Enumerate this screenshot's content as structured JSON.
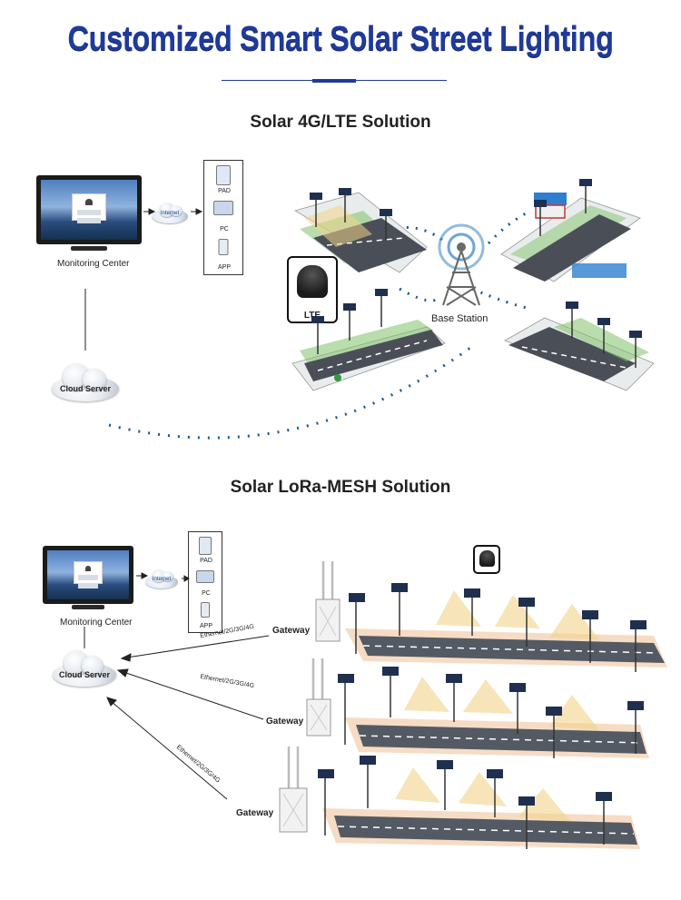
{
  "header": {
    "title": "Customized Smart Solar Street Lighting"
  },
  "section_lte": {
    "title": "Solar 4G/LTE Solution",
    "monitoring_center": "Monitoring Center",
    "internet": "Internet",
    "devices": [
      "PAD",
      "PC",
      "APP"
    ],
    "cloud_server": "Cloud Server",
    "lte_label": "LTE",
    "base_station": "Base Station"
  },
  "section_lora": {
    "title": "Solar LoRa-MESH Solution",
    "monitoring_center": "Monitoring Center",
    "internet": "Internet",
    "devices": [
      "PAD",
      "PC",
      "APP"
    ],
    "cloud_server": "Cloud Server",
    "gateways": [
      "Gateway",
      "Gateway",
      "Gateway"
    ],
    "links": [
      "Ethernet/2G/3G/4G",
      "Ethernet/2G/3G/4G",
      "Ethernet/2G/3G/4G"
    ]
  },
  "colors": {
    "title_blue": "#1f3a9c",
    "arc_blue": "#1c5a8a",
    "road": "#4a4f57",
    "grass": "#7fc16a",
    "light_beam": "#f2d48a"
  }
}
